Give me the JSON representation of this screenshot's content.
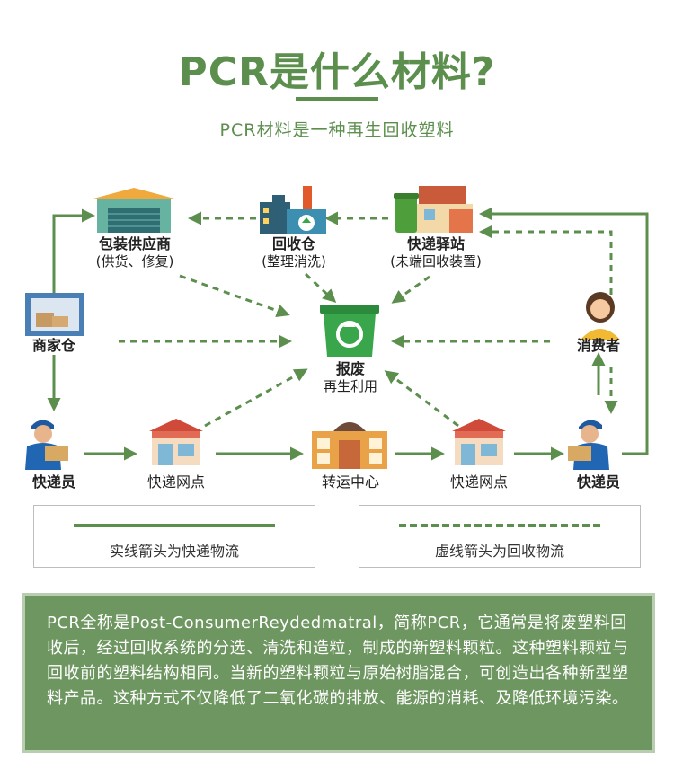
{
  "header": {
    "title": "PCR是什么材料?",
    "subtitle": "PCR材料是一种再生回收塑料"
  },
  "nodes": {
    "supplier": {
      "label": "包装供应商",
      "sub": "(供货、修复)"
    },
    "recycle_warehouse": {
      "label": "回收仓",
      "sub": "(整理消洗)"
    },
    "express_station": {
      "label": "快递驿站",
      "sub": "(未端回收装置)"
    },
    "merchant_warehouse": {
      "label": "商家仓"
    },
    "bin": {
      "label": "报废",
      "sub": "再生利用"
    },
    "consumer": {
      "label": "消费者"
    },
    "courier_left": {
      "label": "快递员"
    },
    "outlet_left": {
      "label": "快递网点"
    },
    "transfer_center": {
      "label": "转运中心"
    },
    "outlet_right": {
      "label": "快递网点"
    },
    "courier_right": {
      "label": "快递员"
    }
  },
  "legend": {
    "solid": "实线箭头为快递物流",
    "dashed": "虚线箭头为回收物流"
  },
  "info": {
    "text": "PCR全称是Post-ConsumerReydedmatral，简称PCR，它通常是将废塑料回收后，经过回收系统的分选、清洗和造粒，制成的新塑料颗粒。这种塑料颗粒与回收前的塑料结构相同。当新的塑料颗粒与原始树脂混合，可创造出各种新型塑料产品。这种方式不仅降低了二氧化碳的排放、能源的消耗、及降低环境污染。"
  },
  "colors": {
    "accent": "#5c8f4d",
    "info_bg": "#6e9660",
    "arrow": "#5c8f4d"
  }
}
